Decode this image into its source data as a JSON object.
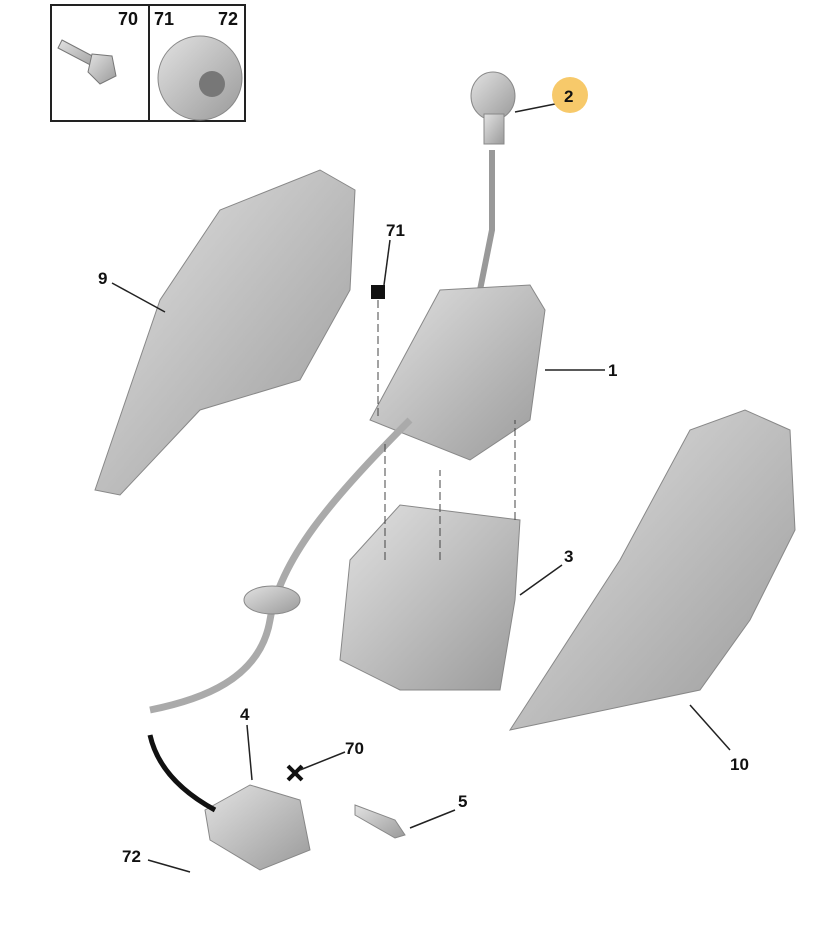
{
  "diagram": {
    "title": "Gear shift lever assembly",
    "highlight_color": "#f7c96a",
    "part_color": "#b9b9b9",
    "fastener_kit": {
      "labels": [
        "70",
        "71",
        "72"
      ]
    },
    "callouts": {
      "knob": "2",
      "fastener_71": "71",
      "left_cover": "9",
      "lever_housing": "1",
      "base_plate": "3",
      "right_cover": "10",
      "cable_bracket": "4",
      "fastener_70": "70",
      "clip": "5",
      "fastener_72": "72"
    }
  }
}
